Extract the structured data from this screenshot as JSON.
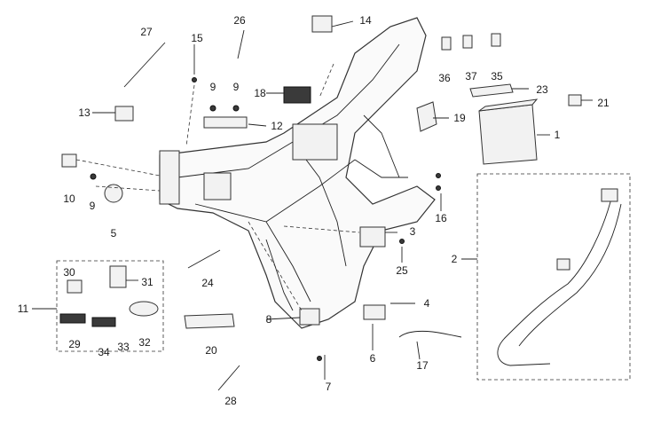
{
  "callouts": {
    "c1": "1",
    "c2": "2",
    "c3": "3",
    "c4": "4",
    "c5": "5",
    "c6": "6",
    "c7": "7",
    "c8": "8",
    "c9a": "9",
    "c9b": "9",
    "c9c": "9",
    "c10": "10",
    "c11": "11",
    "c12": "12",
    "c13": "13",
    "c14": "14",
    "c15": "15",
    "c16": "16",
    "c17": "17",
    "c18": "18",
    "c19": "19",
    "c20": "20",
    "c21": "21",
    "c23": "23",
    "c24": "24",
    "c25": "25",
    "c26": "26",
    "c27": "27",
    "c28": "28",
    "c29": "29",
    "c30": "30",
    "c31": "31",
    "c32": "32",
    "c33": "33",
    "c34": "34",
    "c35": "35",
    "c36": "36",
    "c37": "37"
  },
  "colors": {
    "line": "#222222",
    "part_fill": "#f2f2f2",
    "dark_part": "#3a3a3a"
  }
}
